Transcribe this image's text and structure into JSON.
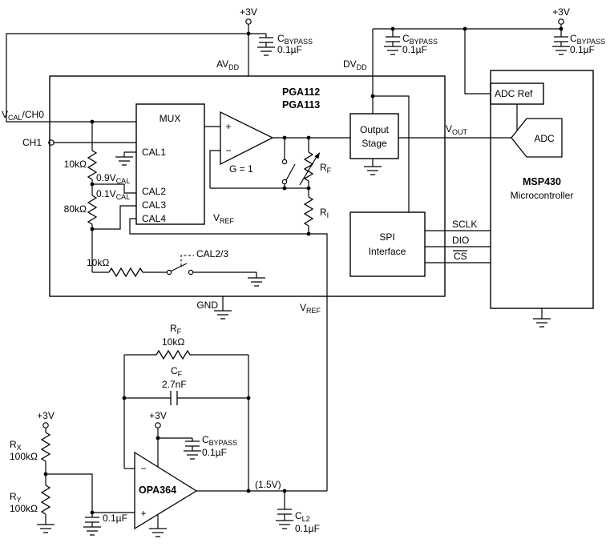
{
  "power": {
    "rail": "+3V"
  },
  "bypass": {
    "ref": "C",
    "ref_sub": "BYPASS",
    "value": "0.1µF"
  },
  "pga": {
    "name1": "PGA112",
    "name2": "PGA113",
    "avdd": "AV",
    "avdd_sub": "DD",
    "dvdd": "DV",
    "dvdd_sub": "DD",
    "mux": "MUX",
    "cal1": "CAL1",
    "cal2": "CAL2",
    "cal3": "CAL3",
    "cal4": "CAL4",
    "plus": "+",
    "minus": "−",
    "gain": "G = 1",
    "rf": "R",
    "rf_sub": "F",
    "ri": "R",
    "ri_sub": "I",
    "vref": "V",
    "vref_sub": "REF",
    "out1": "Output",
    "out2": "Stage",
    "spi1": "SPI",
    "spi2": "Interface",
    "gnd": "GND"
  },
  "inputs": {
    "vcal": "V",
    "vcal_sub": "CAL",
    "vcal_rest": "/CH0",
    "ch1": "CH1",
    "r_top": "10kΩ",
    "r_mid": "80kΩ",
    "tap_high": "0.9V",
    "tap_high_sub": "CAL",
    "tap_low": "0.1V",
    "tap_low_sub": "CAL",
    "r_cal": "10kΩ",
    "cal_sw": "CAL2/3"
  },
  "bus": {
    "sclk": "SCLK",
    "dio": "DIO",
    "cs": "CS"
  },
  "vout": {
    "v": "V",
    "sub": "OUT"
  },
  "mcu": {
    "adc_ref": "ADC Ref",
    "adc": "ADC",
    "name": "MSP430",
    "kind": "Microcontroller"
  },
  "buffer": {
    "rf": "R",
    "rf_sub": "F",
    "rf_val": "10kΩ",
    "cf": "C",
    "cf_sub": "F",
    "cf_val": "2.7nF",
    "opamp": "OPA364",
    "plus": "+",
    "minus": "−",
    "rx": "R",
    "rx_sub": "X",
    "rx_val": "100kΩ",
    "ry": "R",
    "ry_sub": "Y",
    "ry_val": "100kΩ",
    "cin_val": "0.1µF",
    "node": "(1.5V)",
    "cl2": "C",
    "cl2_sub": "L2",
    "cl2_val": "0.1µF",
    "vref": "V",
    "vref_sub": "REF"
  }
}
